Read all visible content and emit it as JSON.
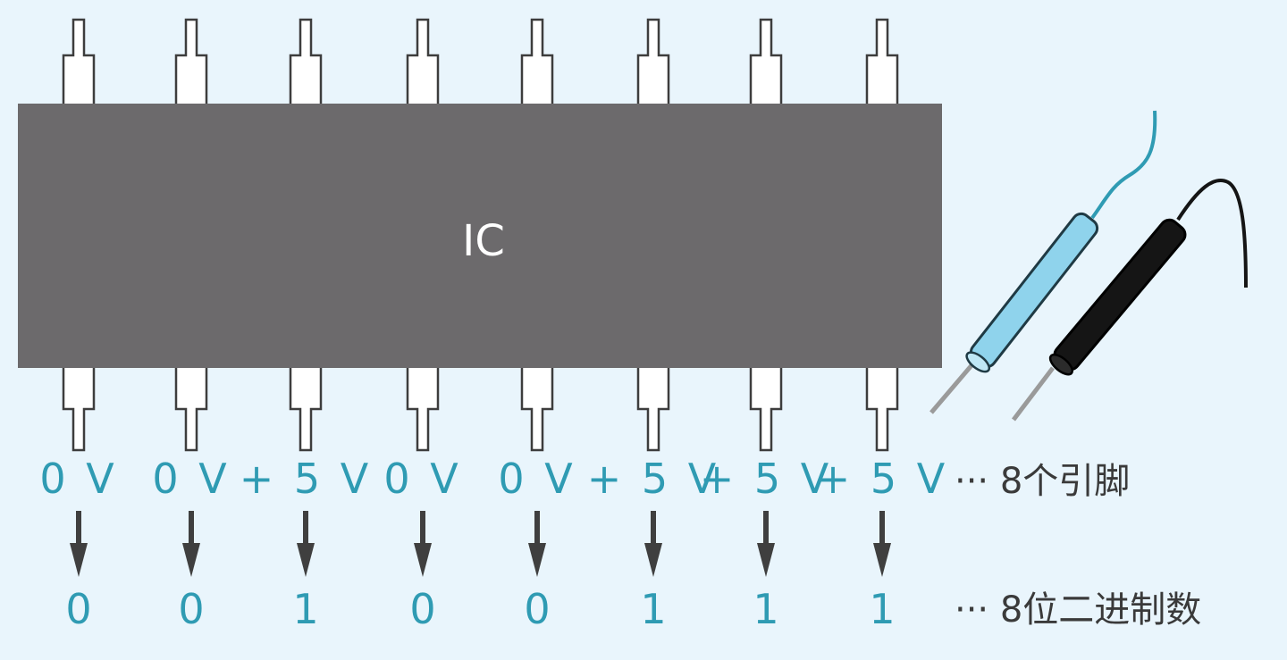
{
  "chip": {
    "label": "IC"
  },
  "pins": [
    {
      "voltage": "0 V",
      "bit": "0"
    },
    {
      "voltage": "0 V",
      "bit": "0"
    },
    {
      "voltage": "+ 5 V",
      "bit": "1"
    },
    {
      "voltage": "0 V",
      "bit": "0"
    },
    {
      "voltage": "0 V",
      "bit": "0"
    },
    {
      "voltage": "+ 5 V",
      "bit": "1"
    },
    {
      "voltage": "+ 5 V",
      "bit": "1"
    },
    {
      "voltage": "+ 5 V",
      "bit": "1"
    }
  ],
  "notes": {
    "pins_note": "··· 8个引脚",
    "bits_note": "··· 8位二进制数"
  },
  "colors": {
    "background": "#e9f5fc",
    "chip_body": "#6c6a6c",
    "label_accent": "#2f9bb3",
    "arrow": "#3f3f3f",
    "probe_positive": "#8fd3ec",
    "probe_negative": "#151515"
  }
}
